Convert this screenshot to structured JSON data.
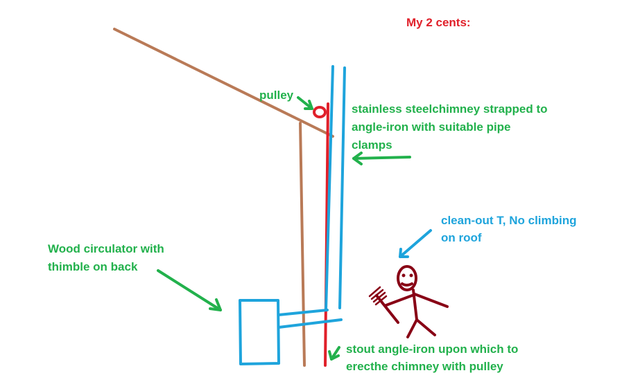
{
  "colors": {
    "red": "#e0202a",
    "green": "#22b14c",
    "blue": "#1ea4dc",
    "brown": "#b97a57",
    "maroon": "#880015"
  },
  "labels": {
    "title": "My 2 cents:",
    "pulley": "pulley",
    "chimney_line1": "stainless steelchimney strapped to",
    "chimney_line2": "angle-iron with suitable pipe",
    "chimney_line3": "clamps",
    "cleanout_line1": "clean-out T, No climbing",
    "cleanout_line2": "on roof",
    "stove_line1": "Wood circulator with",
    "stove_line2": "thimble on back",
    "angle_line1": "stout angle-iron upon which to",
    "angle_line2": "erecthe chimney with pulley"
  }
}
